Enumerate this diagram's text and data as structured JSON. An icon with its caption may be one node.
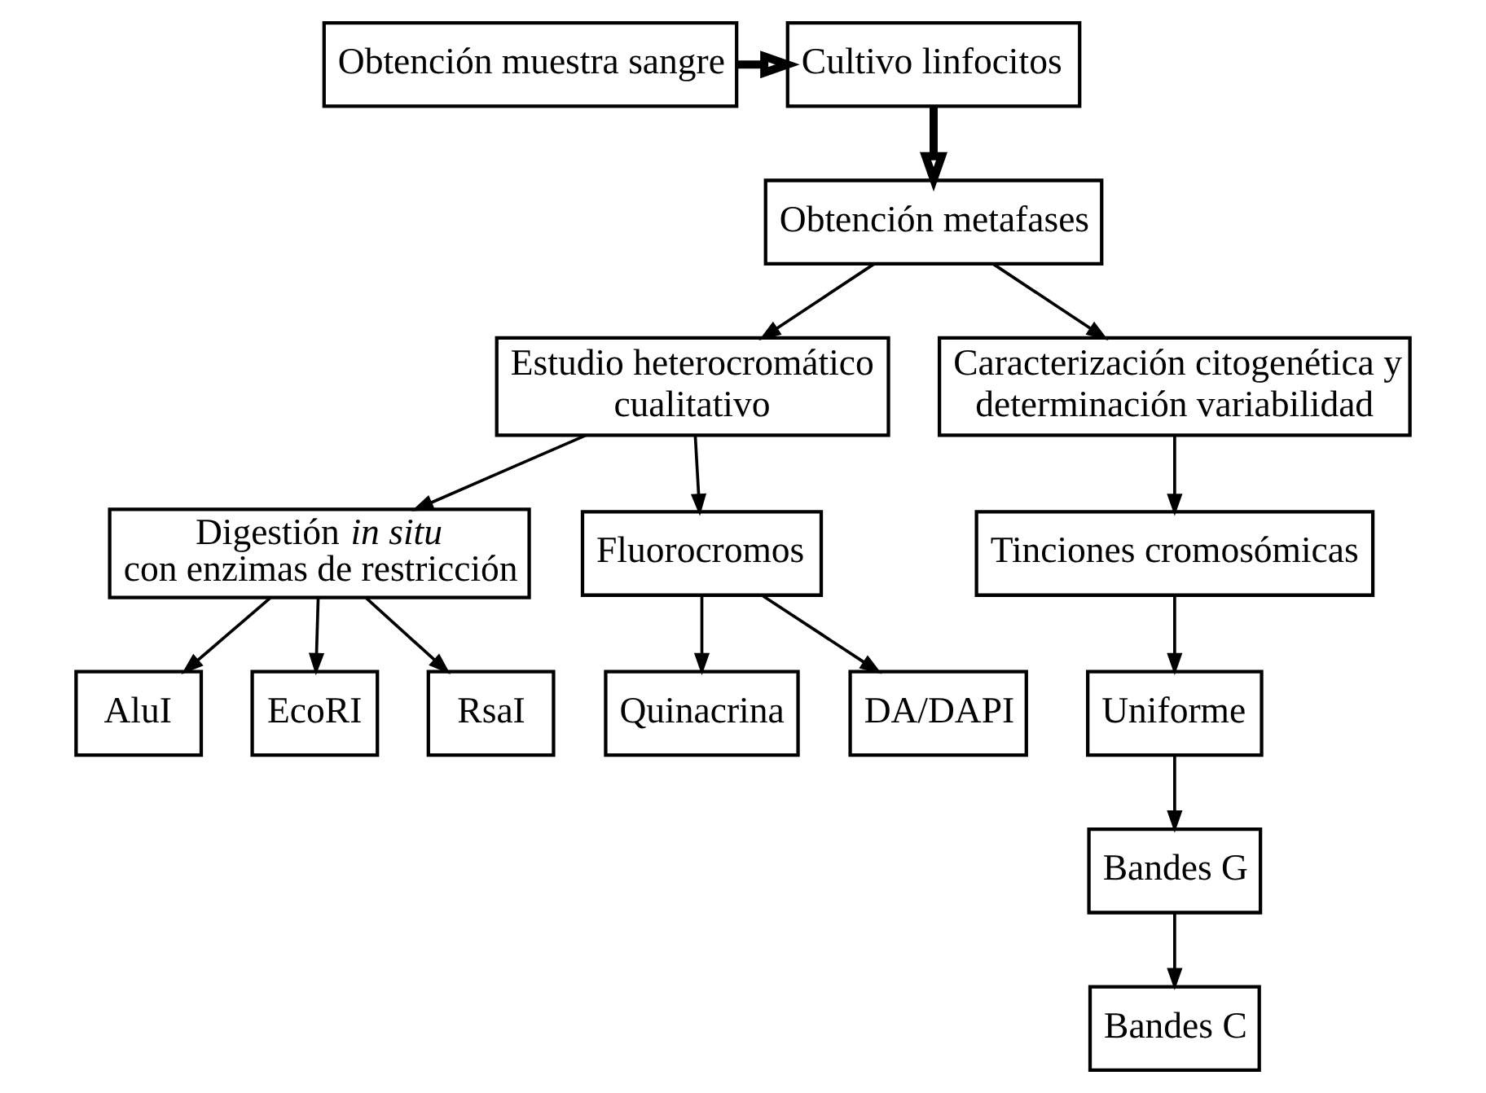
{
  "diagram": {
    "nodes": [
      {
        "text": [
          "Obtención muestra sangre"
        ]
      },
      {
        "text": [
          "Cultivo linfocitos"
        ]
      },
      {
        "text": [
          "Obtención metafases"
        ]
      },
      {
        "text": [
          "Estudio heterocromático cualitativo"
        ]
      },
      {
        "text": [
          "Caracterización citogenética y determinación variabilidad"
        ]
      },
      {
        "text": [
          "Digestión *in situ* con enzimas de restricción"
        ]
      },
      {
        "text": [
          "Fluorocromos"
        ]
      },
      {
        "text": [
          "Tinciones cromosómicas"
        ]
      },
      {
        "text": [
          "AluI"
        ]
      },
      {
        "text": [
          "EcoRI"
        ]
      },
      {
        "text": [
          "RsaI"
        ]
      },
      {
        "text": [
          "Quinacrina"
        ]
      },
      {
        "text": [
          "DA/DAPI"
        ]
      },
      {
        "text": [
          "Uniforme"
        ]
      },
      {
        "text": [
          "Bandes G"
        ]
      },
      {
        "text": [
          "Bandes C"
        ]
      }
    ],
    "edges": [
      {
        "from": 0,
        "to": 1,
        "arrow": "to",
        "style": "thick"
      },
      {
        "from": 1,
        "to": 2,
        "arrow": "to",
        "style": "thick"
      },
      {
        "from": 2,
        "to": 3,
        "arrow": "to"
      },
      {
        "from": 2,
        "to": 4,
        "arrow": "to"
      },
      {
        "from": 3,
        "to": 5,
        "arrow": "to"
      },
      {
        "from": 3,
        "to": 6,
        "arrow": "to"
      },
      {
        "from": 4,
        "to": 7,
        "arrow": "to"
      },
      {
        "from": 5,
        "to": 8,
        "arrow": "to"
      },
      {
        "from": 5,
        "to": 9,
        "arrow": "to"
      },
      {
        "from": 5,
        "to": 10,
        "arrow": "to"
      },
      {
        "from": 6,
        "to": 11,
        "arrow": "to"
      },
      {
        "from": 6,
        "to": 12,
        "arrow": "to"
      },
      {
        "from": 7,
        "to": 13,
        "arrow": "to"
      },
      {
        "from": 13,
        "to": 14,
        "arrow": "to"
      },
      {
        "from": 14,
        "to": 15,
        "arrow": "to"
      }
    ]
  }
}
